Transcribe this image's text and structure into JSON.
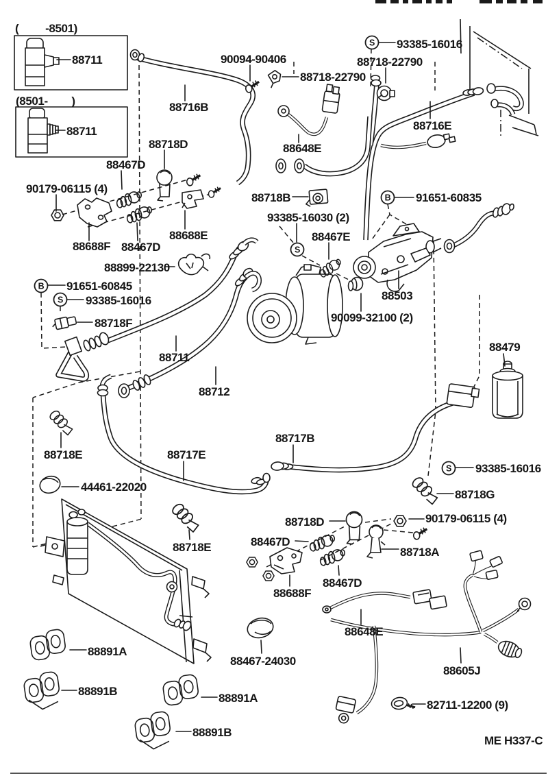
{
  "page": {
    "background": "#ffffff",
    "ink": "#1a1a1a",
    "description": "Toyota air-conditioning cooler piping exploded parts diagram"
  },
  "labels": [
    {
      "id": "variant-early-caption",
      "text": "(         -8501)"
    },
    {
      "id": "part-88711-early",
      "text": "88711"
    },
    {
      "id": "variant-late-caption",
      "text": "(8501-        )"
    },
    {
      "id": "part-88711-late",
      "text": "88711"
    },
    {
      "id": "part-90094-90406",
      "text": "90094-90406"
    },
    {
      "id": "part-88718-22790-a",
      "text": "88718-22790"
    },
    {
      "id": "part-93385-16016-a",
      "text": "93385-16016"
    },
    {
      "id": "part-88718-22790-b",
      "text": "88718-22790"
    },
    {
      "id": "part-88716B",
      "text": "88716B"
    },
    {
      "id": "part-88716E",
      "text": "88716E"
    },
    {
      "id": "part-88648E-a",
      "text": "88648E"
    },
    {
      "id": "part-88718D-a",
      "text": "88718D"
    },
    {
      "id": "part-88467D-a",
      "text": "88467D"
    },
    {
      "id": "part-90179-06115-a",
      "text": "90179-06115 (4)"
    },
    {
      "id": "part-88718B",
      "text": "88718B"
    },
    {
      "id": "part-91651-60835",
      "text": "91651-60835"
    },
    {
      "id": "part-93385-16030",
      "text": "93385-16030 (2)"
    },
    {
      "id": "part-88467E",
      "text": "88467E"
    },
    {
      "id": "part-88688F-a",
      "text": "88688F"
    },
    {
      "id": "part-88467D-b",
      "text": "88467D"
    },
    {
      "id": "part-88688E",
      "text": "88688E"
    },
    {
      "id": "part-88899-22130",
      "text": "88899-22130"
    },
    {
      "id": "part-91651-60845",
      "text": "91651-60845"
    },
    {
      "id": "part-93385-16016-b",
      "text": "93385-16016"
    },
    {
      "id": "part-88718F",
      "text": "88718F"
    },
    {
      "id": "part-88503",
      "text": "88503"
    },
    {
      "id": "part-90099-32100",
      "text": "90099-32100 (2)"
    },
    {
      "id": "part-88479",
      "text": "88479"
    },
    {
      "id": "part-88711-hose",
      "text": "88711"
    },
    {
      "id": "part-88712",
      "text": "88712"
    },
    {
      "id": "part-88717B",
      "text": "88717B"
    },
    {
      "id": "part-88718E-a",
      "text": "88718E"
    },
    {
      "id": "part-88717E",
      "text": "88717E"
    },
    {
      "id": "part-93385-16016-c",
      "text": "93385-16016"
    },
    {
      "id": "part-88718G",
      "text": "88718G"
    },
    {
      "id": "part-44461-22020",
      "text": "44461-22020"
    },
    {
      "id": "part-88718D-b",
      "text": "88718D"
    },
    {
      "id": "part-90179-06115-b",
      "text": "90179-06115 (4)"
    },
    {
      "id": "part-88467D-c",
      "text": "88467D"
    },
    {
      "id": "part-88718A",
      "text": "88718A"
    },
    {
      "id": "part-88718E-b",
      "text": "88718E"
    },
    {
      "id": "part-88688F-b",
      "text": "88688F"
    },
    {
      "id": "part-88467D-d",
      "text": "88467D"
    },
    {
      "id": "part-88648E-b",
      "text": "88648E"
    },
    {
      "id": "part-88605J",
      "text": "88605J"
    },
    {
      "id": "part-82711-12200",
      "text": "82711-12200 (9)"
    },
    {
      "id": "part-88891A-a",
      "text": "88891A"
    },
    {
      "id": "part-88891B-a",
      "text": "88891B"
    },
    {
      "id": "part-88891A-b",
      "text": "88891A"
    },
    {
      "id": "part-88891B-b",
      "text": "88891B"
    },
    {
      "id": "part-88467-24030",
      "text": "88467-24030"
    },
    {
      "id": "drawing-code",
      "text": "ME H337-C"
    }
  ],
  "symbols": [
    {
      "letter": "S"
    },
    {
      "letter": "B"
    },
    {
      "letter": "S"
    },
    {
      "letter": "B"
    },
    {
      "letter": "S"
    },
    {
      "letter": "S"
    }
  ]
}
